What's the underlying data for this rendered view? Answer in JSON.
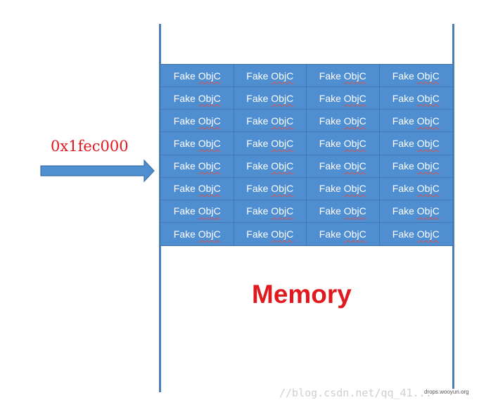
{
  "diagram": {
    "address_label": "0x1fec000",
    "memory_label": "Memory",
    "cell_word": "Fake",
    "cell_word2": "ObjC",
    "rows": 8,
    "columns": 4
  },
  "watermarks": {
    "blog": "//blog.csdn.net/qq_41...",
    "site": "drops.wooyun.org"
  },
  "colors": {
    "grid_fill": "#4f8ed1",
    "memory_border": "#4a7fb5",
    "label_red": "#e0191f",
    "arrow_fill": "#4f8ed1"
  }
}
